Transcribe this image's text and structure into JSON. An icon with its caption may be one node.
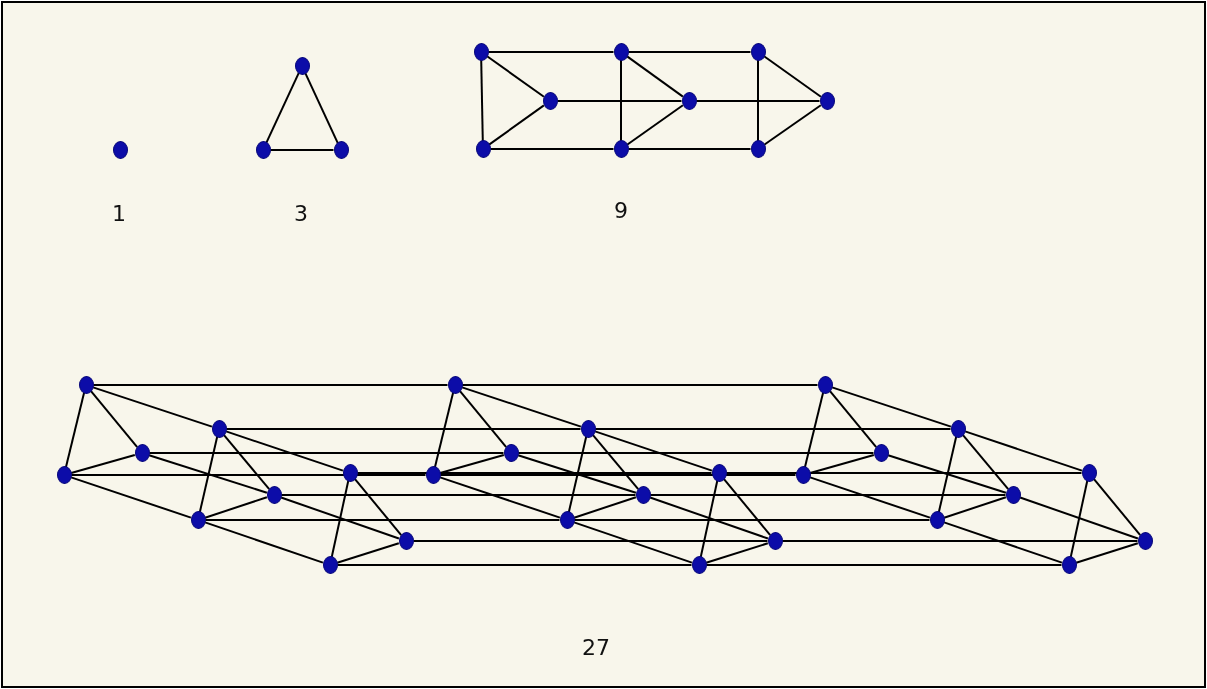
{
  "diagram": {
    "nodes": [
      {
        "text": [],
        "shape": "circle"
      },
      {
        "text": [],
        "shape": "circle"
      },
      {
        "text": [],
        "shape": "circle"
      },
      {
        "text": [],
        "shape": "circle"
      },
      {
        "text": [],
        "shape": "circle"
      },
      {
        "text": [],
        "shape": "circle"
      },
      {
        "text": [],
        "shape": "circle"
      },
      {
        "text": [],
        "shape": "circle"
      },
      {
        "text": [],
        "shape": "circle"
      },
      {
        "text": [],
        "shape": "circle"
      },
      {
        "text": [],
        "shape": "circle"
      },
      {
        "text": [],
        "shape": "circle"
      },
      {
        "text": [],
        "shape": "circle"
      },
      {
        "text": [],
        "shape": "circle"
      },
      {
        "text": [],
        "shape": "circle"
      },
      {
        "text": [],
        "shape": "circle"
      },
      {
        "text": [],
        "shape": "circle"
      },
      {
        "text": [],
        "shape": "circle"
      },
      {
        "text": [],
        "shape": "circle"
      },
      {
        "text": [],
        "shape": "circle"
      },
      {
        "text": [],
        "shape": "circle"
      },
      {
        "text": [],
        "shape": "circle"
      },
      {
        "text": [],
        "shape": "circle"
      },
      {
        "text": [],
        "shape": "circle"
      },
      {
        "text": [],
        "shape": "circle"
      },
      {
        "text": [],
        "shape": "circle"
      },
      {
        "text": [],
        "shape": "circle"
      },
      {
        "text": [],
        "shape": "circle"
      },
      {
        "text": [],
        "shape": "circle"
      },
      {
        "text": [],
        "shape": "circle"
      },
      {
        "text": [],
        "shape": "circle"
      },
      {
        "text": [],
        "shape": "circle"
      },
      {
        "text": [],
        "shape": "circle"
      },
      {
        "text": [],
        "shape": "circle"
      },
      {
        "text": [],
        "shape": "circle"
      },
      {
        "text": [],
        "shape": "circle"
      },
      {
        "text": [],
        "shape": "circle"
      },
      {
        "text": [],
        "shape": "circle"
      },
      {
        "text": [],
        "shape": "circle"
      },
      {
        "text": [],
        "shape": "circle"
      }
    ],
    "edges": [
      {
        "from": 1,
        "to": 2,
        "arrow": "none"
      },
      {
        "from": 1,
        "to": 3,
        "arrow": "none"
      },
      {
        "from": 2,
        "to": 3,
        "arrow": "none"
      },
      {
        "from": 4,
        "to": 5,
        "arrow": "none"
      },
      {
        "from": 4,
        "to": 6,
        "arrow": "none"
      },
      {
        "from": 5,
        "to": 6,
        "arrow": "none"
      },
      {
        "from": 7,
        "to": 8,
        "arrow": "none"
      },
      {
        "from": 7,
        "to": 9,
        "arrow": "none"
      },
      {
        "from": 8,
        "to": 9,
        "arrow": "none"
      },
      {
        "from": 10,
        "to": 11,
        "arrow": "none"
      },
      {
        "from": 10,
        "to": 12,
        "arrow": "none"
      },
      {
        "from": 11,
        "to": 12,
        "arrow": "none"
      },
      {
        "from": 4,
        "to": 7,
        "arrow": "none"
      },
      {
        "from": 7,
        "to": 10,
        "arrow": "none"
      },
      {
        "from": 5,
        "to": 8,
        "arrow": "none"
      },
      {
        "from": 8,
        "to": 11,
        "arrow": "none"
      },
      {
        "from": 6,
        "to": 9,
        "arrow": "none"
      },
      {
        "from": 9,
        "to": 12,
        "arrow": "none"
      },
      {
        "from": 13,
        "to": 14,
        "arrow": "none"
      },
      {
        "from": 13,
        "to": 15,
        "arrow": "none"
      },
      {
        "from": 14,
        "to": 15,
        "arrow": "none"
      },
      {
        "from": 16,
        "to": 17,
        "arrow": "none"
      },
      {
        "from": 16,
        "to": 18,
        "arrow": "none"
      },
      {
        "from": 17,
        "to": 18,
        "arrow": "none"
      },
      {
        "from": 19,
        "to": 20,
        "arrow": "none"
      },
      {
        "from": 19,
        "to": 21,
        "arrow": "none"
      },
      {
        "from": 20,
        "to": 21,
        "arrow": "none"
      },
      {
        "from": 13,
        "to": 16,
        "arrow": "none"
      },
      {
        "from": 16,
        "to": 19,
        "arrow": "none"
      },
      {
        "from": 14,
        "to": 17,
        "arrow": "none"
      },
      {
        "from": 17,
        "to": 20,
        "arrow": "none"
      },
      {
        "from": 15,
        "to": 18,
        "arrow": "none"
      },
      {
        "from": 18,
        "to": 21,
        "arrow": "none"
      },
      {
        "from": 22,
        "to": 23,
        "arrow": "none"
      },
      {
        "from": 22,
        "to": 24,
        "arrow": "none"
      },
      {
        "from": 23,
        "to": 24,
        "arrow": "none"
      },
      {
        "from": 25,
        "to": 26,
        "arrow": "none"
      },
      {
        "from": 25,
        "to": 27,
        "arrow": "none"
      },
      {
        "from": 26,
        "to": 27,
        "arrow": "none"
      },
      {
        "from": 28,
        "to": 29,
        "arrow": "none"
      },
      {
        "from": 28,
        "to": 30,
        "arrow": "none"
      },
      {
        "from": 29,
        "to": 30,
        "arrow": "none"
      },
      {
        "from": 22,
        "to": 25,
        "arrow": "none"
      },
      {
        "from": 25,
        "to": 28,
        "arrow": "none"
      },
      {
        "from": 23,
        "to": 26,
        "arrow": "none"
      },
      {
        "from": 26,
        "to": 29,
        "arrow": "none"
      },
      {
        "from": 24,
        "to": 27,
        "arrow": "none"
      },
      {
        "from": 27,
        "to": 30,
        "arrow": "none"
      },
      {
        "from": 31,
        "to": 32,
        "arrow": "none"
      },
      {
        "from": 31,
        "to": 33,
        "arrow": "none"
      },
      {
        "from": 32,
        "to": 33,
        "arrow": "none"
      },
      {
        "from": 34,
        "to": 35,
        "arrow": "none"
      },
      {
        "from": 34,
        "to": 36,
        "arrow": "none"
      },
      {
        "from": 35,
        "to": 36,
        "arrow": "none"
      },
      {
        "from": 37,
        "to": 38,
        "arrow": "none"
      },
      {
        "from": 37,
        "to": 39,
        "arrow": "none"
      },
      {
        "from": 38,
        "to": 39,
        "arrow": "none"
      },
      {
        "from": 31,
        "to": 34,
        "arrow": "none"
      },
      {
        "from": 34,
        "to": 37,
        "arrow": "none"
      },
      {
        "from": 32,
        "to": 35,
        "arrow": "none"
      },
      {
        "from": 35,
        "to": 38,
        "arrow": "none"
      },
      {
        "from": 33,
        "to": 36,
        "arrow": "none"
      },
      {
        "from": 36,
        "to": 39,
        "arrow": "none"
      },
      {
        "from": 13,
        "to": 22,
        "arrow": "none"
      },
      {
        "from": 14,
        "to": 23,
        "arrow": "none"
      },
      {
        "from": 15,
        "to": 24,
        "arrow": "none"
      },
      {
        "from": 16,
        "to": 25,
        "arrow": "none"
      },
      {
        "from": 17,
        "to": 26,
        "arrow": "none"
      },
      {
        "from": 18,
        "to": 27,
        "arrow": "none"
      },
      {
        "from": 19,
        "to": 28,
        "arrow": "none"
      },
      {
        "from": 20,
        "to": 29,
        "arrow": "none"
      },
      {
        "from": 21,
        "to": 30,
        "arrow": "none"
      },
      {
        "from": 22,
        "to": 31,
        "arrow": "none"
      },
      {
        "from": 23,
        "to": 32,
        "arrow": "none"
      },
      {
        "from": 24,
        "to": 33,
        "arrow": "none"
      },
      {
        "from": 25,
        "to": 34,
        "arrow": "none"
      },
      {
        "from": 26,
        "to": 35,
        "arrow": "none"
      },
      {
        "from": 27,
        "to": 36,
        "arrow": "none"
      },
      {
        "from": 28,
        "to": 37,
        "arrow": "none"
      },
      {
        "from": 29,
        "to": 38,
        "arrow": "none"
      },
      {
        "from": 30,
        "to": 39,
        "arrow": "none"
      }
    ],
    "labels": [
      "1",
      "3",
      "9",
      "27"
    ]
  }
}
